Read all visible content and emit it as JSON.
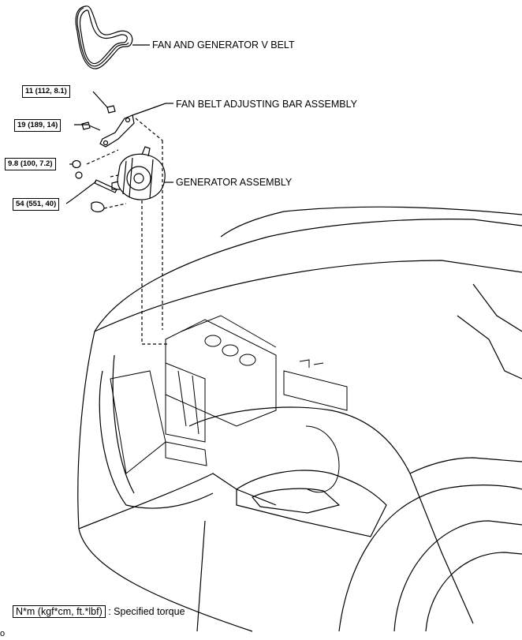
{
  "labels": {
    "v_belt": "FAN AND GENERATOR V BELT",
    "adjusting_bar": "FAN BELT ADJUSTING BAR ASSEMBLY",
    "generator": "GENERATOR ASSEMBLY"
  },
  "torques": {
    "t1": "11 (112, 8.1)",
    "t2": "19 (189, 14)",
    "t3": "9.8 (100, 7.2)",
    "t4": "54 (551, 40)"
  },
  "legend": {
    "unit": "N*m (kgf*cm, ft.*lbf)",
    "text": ": Specified torque"
  },
  "corner_text": "o"
}
